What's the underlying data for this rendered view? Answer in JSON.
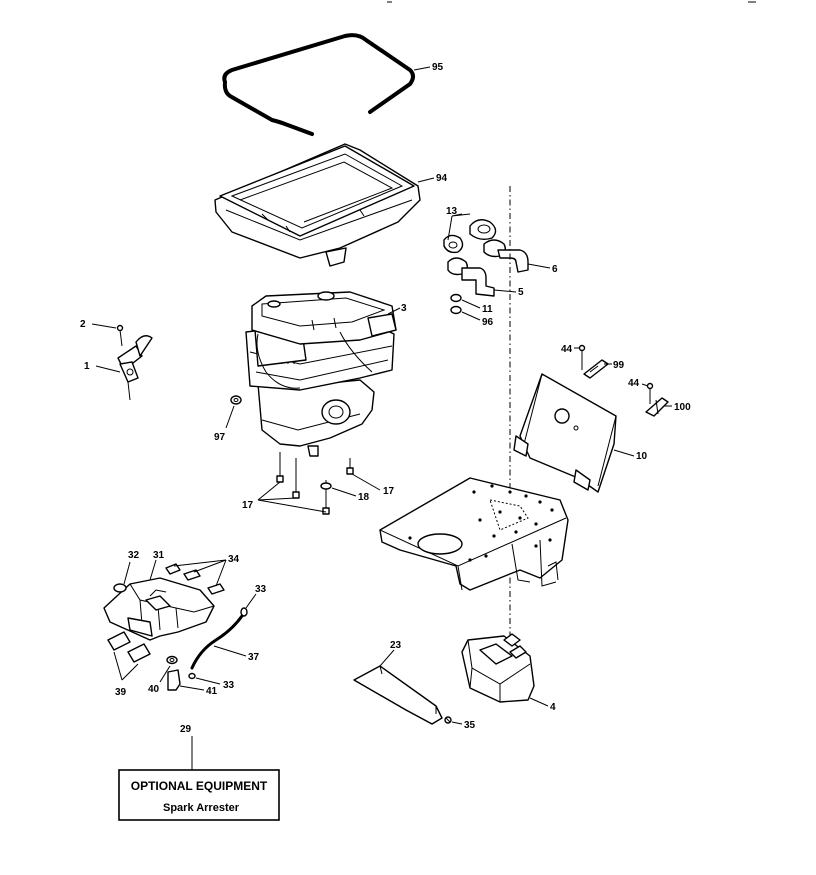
{
  "diagram": {
    "labels": {
      "p95": "95",
      "p94": "94",
      "p13": "13",
      "p6": "6",
      "p5": "5",
      "p11": "11",
      "p96": "96",
      "p3": "3",
      "p2": "2",
      "p1": "1",
      "p97": "97",
      "p17a": "17",
      "p17b": "17",
      "p18": "18",
      "p44a": "44",
      "p99": "99",
      "p44b": "44",
      "p100": "100",
      "p10": "10",
      "p32": "32",
      "p31": "31",
      "p34": "34",
      "p33a": "33",
      "p37": "37",
      "p39": "39",
      "p40": "40",
      "p41": "41",
      "p33b": "33",
      "p23": "23",
      "p4": "4",
      "p35": "35",
      "p29": "29"
    },
    "optional_box": {
      "title": "OPTIONAL EQUIPMENT",
      "subtitle": "Spark Arrester"
    }
  }
}
